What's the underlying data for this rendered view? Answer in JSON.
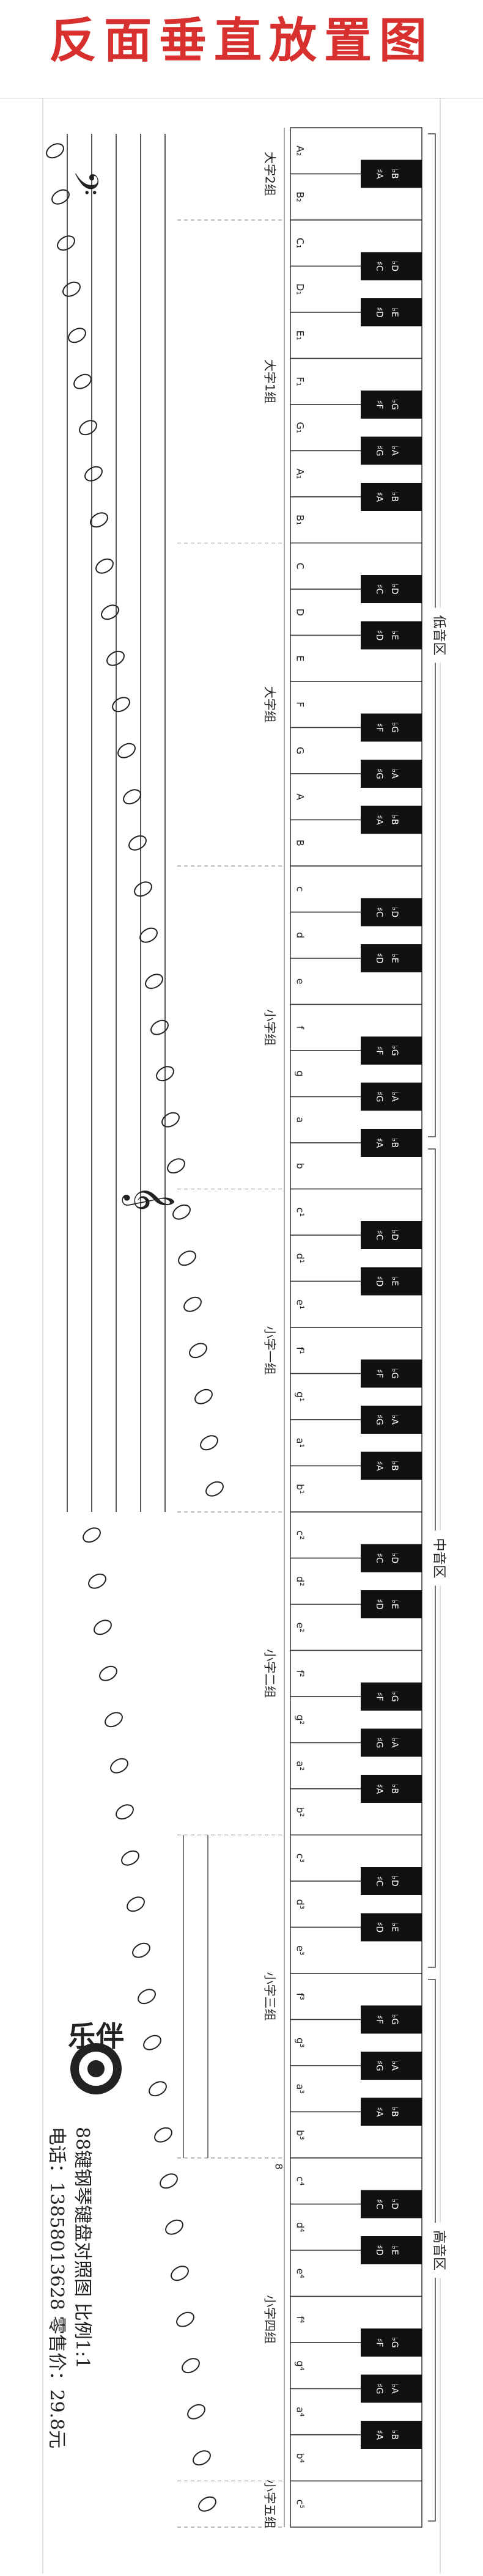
{
  "title": "反面垂直放置图",
  "regions": [
    {
      "label": "低音区",
      "start": 0,
      "end": 22
    },
    {
      "label": "中音区",
      "start": 22,
      "end": 40
    },
    {
      "label": "高音区",
      "start": 40,
      "end": 52
    }
  ],
  "octaves": [
    {
      "label": "大字2组",
      "start": 0,
      "end": 2
    },
    {
      "label": "大字1组",
      "start": 2,
      "end": 9
    },
    {
      "label": "大字组",
      "start": 9,
      "end": 16
    },
    {
      "label": "小字组",
      "start": 16,
      "end": 23
    },
    {
      "label": "小字一组",
      "start": 23,
      "end": 30
    },
    {
      "label": "小字二组",
      "start": 30,
      "end": 37
    },
    {
      "label": "小字三组",
      "start": 37,
      "end": 44
    },
    {
      "label": "小字四组",
      "start": 44,
      "end": 51
    },
    {
      "label": "小字五组",
      "start": 51,
      "end": 52
    }
  ],
  "white_keys": [
    "A₂",
    "B₂",
    "C₁",
    "D₁",
    "E₁",
    "F₁",
    "G₁",
    "A₁",
    "B₁",
    "C",
    "D",
    "E",
    "F",
    "G",
    "A",
    "B",
    "c",
    "d",
    "e",
    "f",
    "g",
    "a",
    "b",
    "c¹",
    "d¹",
    "e¹",
    "f¹",
    "g¹",
    "a¹",
    "b¹",
    "c²",
    "d²",
    "e²",
    "f²",
    "g²",
    "a²",
    "b²",
    "c³",
    "d³",
    "e³",
    "f³",
    "g³",
    "a³",
    "b³",
    "c⁴",
    "d⁴",
    "e⁴",
    "f⁴",
    "g⁴",
    "a⁴",
    "b⁴",
    "c⁵"
  ],
  "black_keys": [
    {
      "after": 0,
      "top": "♯A",
      "bottom": "♭B"
    },
    {
      "after": 2,
      "top": "♯C",
      "bottom": "♭D"
    },
    {
      "after": 3,
      "top": "♯D",
      "bottom": "♭E"
    },
    {
      "after": 5,
      "top": "♯F",
      "bottom": "♭G"
    },
    {
      "after": 6,
      "top": "♯G",
      "bottom": "♭A"
    },
    {
      "after": 7,
      "top": "♯A",
      "bottom": "♭B"
    },
    {
      "after": 9,
      "top": "♯C",
      "bottom": "♭D"
    },
    {
      "after": 10,
      "top": "♯D",
      "bottom": "♭E"
    },
    {
      "after": 12,
      "top": "♯F",
      "bottom": "♭G"
    },
    {
      "after": 13,
      "top": "♯G",
      "bottom": "♭A"
    },
    {
      "after": 14,
      "top": "♯A",
      "bottom": "♭B"
    },
    {
      "after": 16,
      "top": "♯C",
      "bottom": "♭D"
    },
    {
      "after": 17,
      "top": "♯D",
      "bottom": "♭E"
    },
    {
      "after": 19,
      "top": "♯F",
      "bottom": "♭G"
    },
    {
      "after": 20,
      "top": "♯G",
      "bottom": "♭A"
    },
    {
      "after": 21,
      "top": "♯A",
      "bottom": "♭B"
    },
    {
      "after": 23,
      "top": "♯C",
      "bottom": "♭D"
    },
    {
      "after": 24,
      "top": "♯D",
      "bottom": "♭E"
    },
    {
      "after": 26,
      "top": "♯F",
      "bottom": "♭G"
    },
    {
      "after": 27,
      "top": "♯G",
      "bottom": "♭A"
    },
    {
      "after": 28,
      "top": "♯A",
      "bottom": "♭B"
    },
    {
      "after": 30,
      "top": "♯C",
      "bottom": "♭D"
    },
    {
      "after": 31,
      "top": "♯D",
      "bottom": "♭E"
    },
    {
      "after": 33,
      "top": "♯F",
      "bottom": "♭G"
    },
    {
      "after": 34,
      "top": "♯G",
      "bottom": "♭A"
    },
    {
      "after": 35,
      "top": "♯A",
      "bottom": "♭B"
    },
    {
      "after": 37,
      "top": "♯C",
      "bottom": "♭D"
    },
    {
      "after": 38,
      "top": "♯D",
      "bottom": "♭E"
    },
    {
      "after": 40,
      "top": "♯F",
      "bottom": "♭G"
    },
    {
      "after": 41,
      "top": "♯G",
      "bottom": "♭A"
    },
    {
      "after": 42,
      "top": "♯A",
      "bottom": "♭B"
    },
    {
      "after": 44,
      "top": "♯C",
      "bottom": "♭D"
    },
    {
      "after": 45,
      "top": "♯D",
      "bottom": "♭E"
    },
    {
      "after": 47,
      "top": "♯F",
      "bottom": "♭G"
    },
    {
      "after": 48,
      "top": "♯G",
      "bottom": "♭A"
    },
    {
      "after": 49,
      "top": "♯A",
      "bottom": "♭B"
    }
  ],
  "clefs": {
    "bass": "𝄢",
    "treble": "𝄞"
  },
  "ottava": "8",
  "info_lines": [
    "88键钢琴键盘对照图  比例1:1",
    "电话：13858013628  零售价：29.8元"
  ],
  "logo_text": "乐伴"
}
